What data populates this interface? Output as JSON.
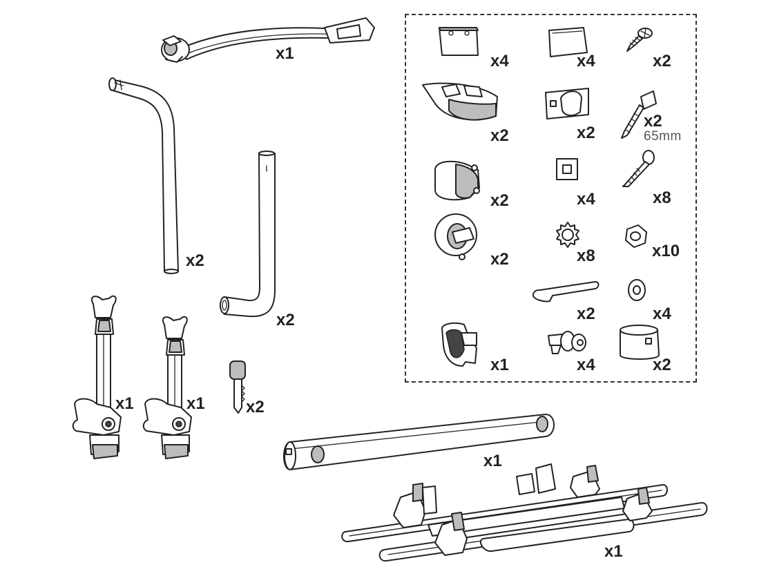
{
  "quantities": {
    "upper_arm": "x1",
    "frame_tube_left": "x2",
    "frame_tube_right": "x2",
    "wheel_holder_left": "x1",
    "wheel_holder_right": "x1",
    "key": "x2",
    "hw_plate": "x4",
    "hw_cap": "x4",
    "hw_screw_small": "x2",
    "hw_lever": "x2",
    "hw_bracket": "x2",
    "hw_bolt_65": "x2",
    "hw_end_cap": "x2",
    "hw_square_washer": "x4",
    "hw_carriage_bolt": "x8",
    "hw_knob": "x2",
    "hw_star_washer": "x8",
    "hw_nut": "x10",
    "hw_hex_key": "x2",
    "hw_round_washer": "x4",
    "hw_strap": "x1",
    "hw_pin": "x4",
    "hw_sleeve": "x2",
    "crossbar": "x1",
    "base_rack": "x1"
  },
  "notes": {
    "bolt_length": "65mm"
  },
  "colors": {
    "line": "#222222",
    "fill_grey": "#bdbdbd",
    "box_border": "#333333"
  },
  "icons": [
    "upper-arm-icon",
    "frame-tube-icon",
    "wheel-holder-icon",
    "key-icon",
    "plate-icon",
    "cap-icon",
    "screw-icon",
    "lever-icon",
    "bracket-icon",
    "bolt-icon",
    "end-cap-icon",
    "square-washer-icon",
    "carriage-bolt-icon",
    "knob-icon",
    "star-washer-icon",
    "nut-icon",
    "hex-key-icon",
    "round-washer-icon",
    "strap-icon",
    "pin-icon",
    "sleeve-icon",
    "crossbar-icon",
    "base-rack-icon"
  ]
}
